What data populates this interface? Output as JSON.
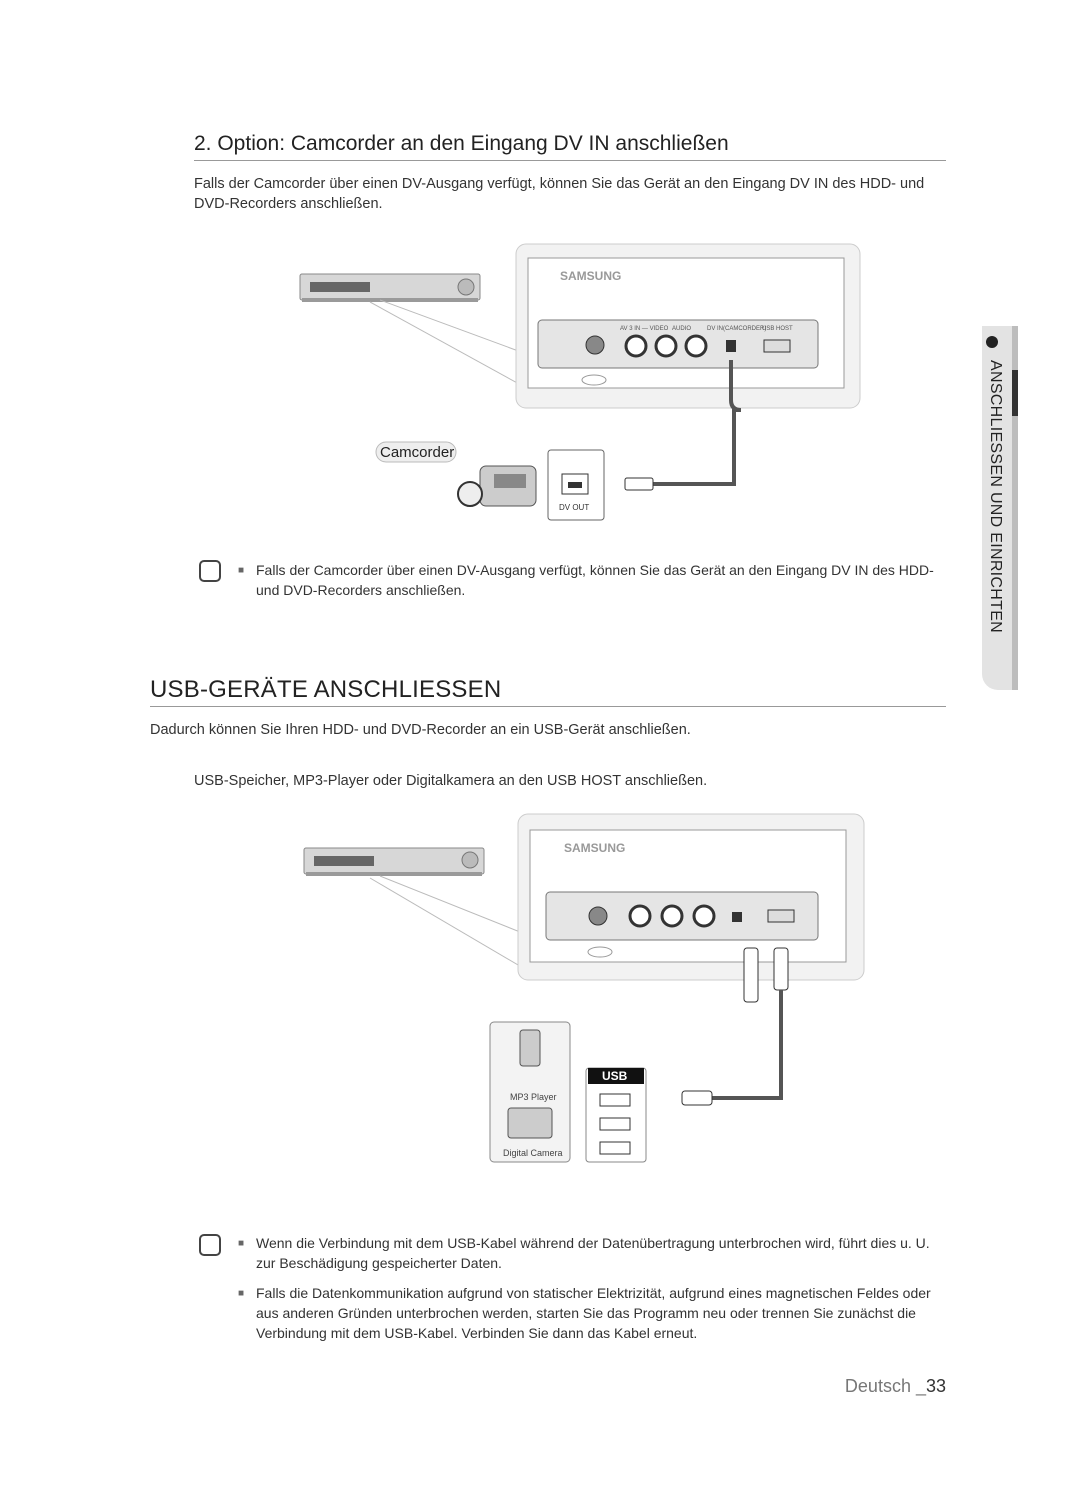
{
  "section1": {
    "heading": "2. Option: Camcorder an den Eingang DV IN anschließen",
    "intro": "Falls der Camcorder über einen DV-Ausgang verfügt, können Sie das Gerät an den Eingang DV IN des HDD- und DVD-Recorders anschließen.",
    "figure": {
      "brand": "SAMSUNG",
      "panel_labels": [
        "AV 3 IN — VIDEO",
        "AUDIO",
        "DV IN(CAMCORDER)",
        "USB HOST"
      ],
      "camcorder_label": "Camcorder",
      "port_label": "DV OUT"
    },
    "note": "Falls der Camcorder über einen DV-Ausgang verfügt, können Sie das Gerät an den Eingang DV IN des HDD- und DVD-Recorders anschließen."
  },
  "section2": {
    "heading": "USB-GERÄTE ANSCHLIESSEN",
    "intro": "Dadurch können Sie Ihren HDD- und DVD-Recorder an ein USB-Gerät anschließen.",
    "instruction": "USB-Speicher, MP3-Player oder Digitalkamera an den USB HOST anschließen.",
    "figure": {
      "brand": "SAMSUNG",
      "usb_badge": "USB",
      "mp3_label": "MP3 Player",
      "camera_label": "Digital Camera"
    },
    "notes": [
      "Wenn die Verbindung mit dem USB-Kabel während der Datenübertragung unterbrochen wird, führt dies u. U. zur Beschädigung gespeicherter Daten.",
      "Falls die Datenkommunikation aufgrund von statischer Elektrizität, aufgrund eines magnetischen Feldes oder aus anderen Gründen unterbrochen werden, starten Sie das Programm neu oder trennen Sie zunächst die Verbindung mit dem USB-Kabel. Verbinden Sie dann das Kabel erneut."
    ]
  },
  "side_tab": "ANSCHLIESSEN UND EINRICHTEN",
  "footer": {
    "language": "Deutsch _",
    "page": "33"
  }
}
